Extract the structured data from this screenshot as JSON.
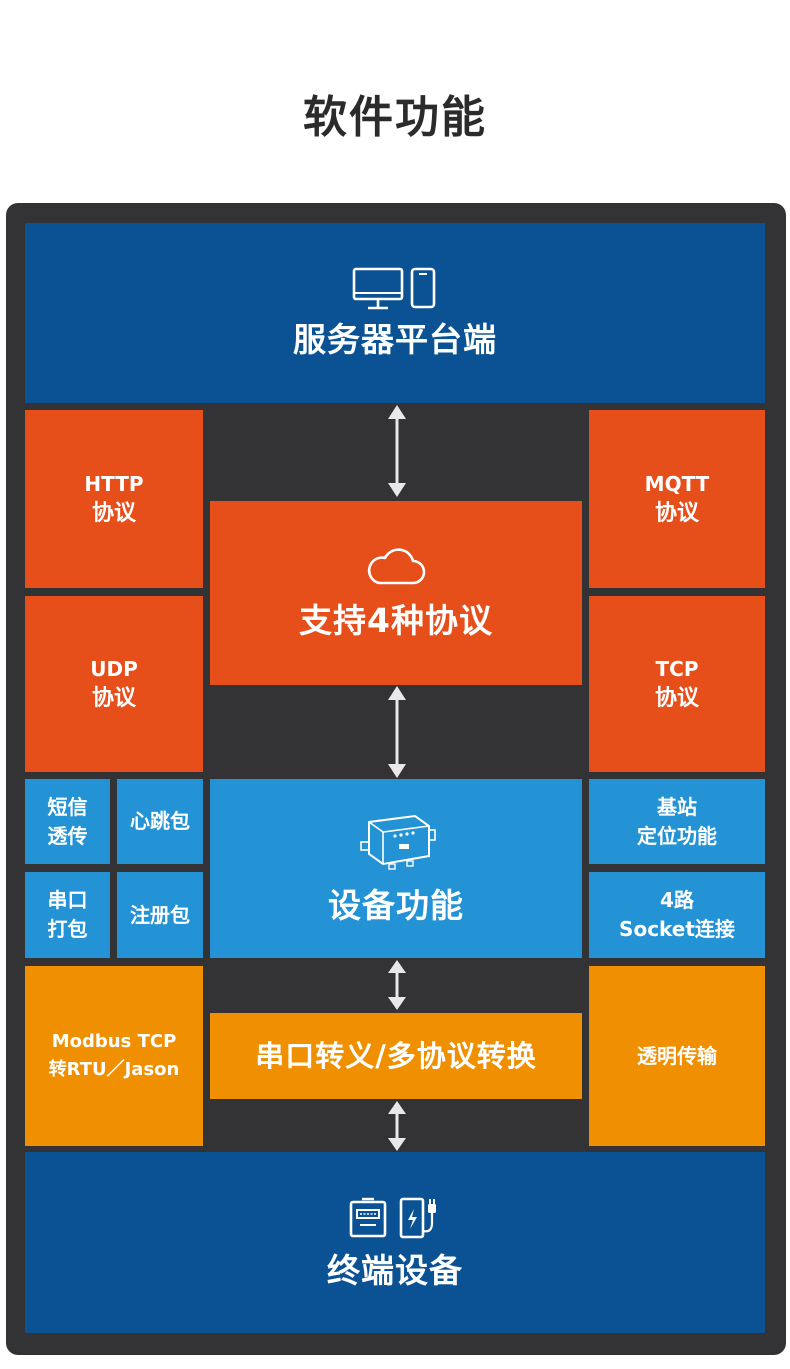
{
  "title": "软件功能",
  "server": {
    "label": "服务器平台端",
    "icon": "monitor-phone-icon"
  },
  "protocols": {
    "http": {
      "line1": "HTTP",
      "line2": "协议"
    },
    "mqtt": {
      "line1": "MQTT",
      "line2": "协议"
    },
    "udp": {
      "line1": "UDP",
      "line2": "协议"
    },
    "tcp": {
      "line1": "TCP",
      "line2": "协议"
    },
    "center": {
      "label": "支持4种协议",
      "icon": "cloud-icon"
    }
  },
  "device": {
    "label": "设备功能",
    "icon": "device-module-icon",
    "sms": {
      "line1": "短信",
      "line2": "透传"
    },
    "heartbeat": {
      "label": "心跳包"
    },
    "serial_pack": {
      "line1": "串口",
      "line2": "打包"
    },
    "register": {
      "label": "注册包"
    },
    "base_station": {
      "line1": "基站",
      "line2": "定位功能"
    },
    "socket": {
      "line1": "4路",
      "line2": "Socket连接"
    }
  },
  "conversion": {
    "modbus": {
      "line1": "Modbus TCP",
      "line2": "转RTU／Jason"
    },
    "center": {
      "label": "串口转义/多协议转换"
    },
    "transparent": {
      "label": "透明传输"
    }
  },
  "terminal": {
    "label": "终端设备",
    "icons": [
      "meter-icon",
      "charging-pile-icon"
    ]
  },
  "colors": {
    "frame": "#333336",
    "dark_blue": "#0a5294",
    "orange": "#e64e1a",
    "light_blue": "#2393d5",
    "amber": "#f08f00"
  }
}
